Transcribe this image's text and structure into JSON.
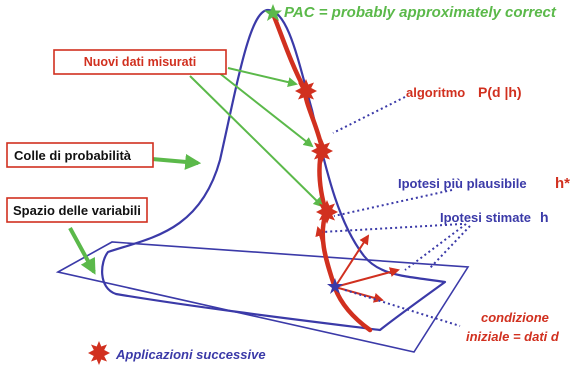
{
  "labels": {
    "pac": "PAC = probably approximately correct",
    "new_data": "Nuovi dati misurati",
    "algorithm": "algoritmo",
    "formula": "P(d |h)",
    "probability_hill": "Colle di probabilità",
    "variable_space": "Spazio delle variabili",
    "most_plausible": "Ipotesi più plausibile",
    "most_plausible_symbol": "h*",
    "estimated": "Ipotesi stimate",
    "estimated_symbol": "h",
    "initial_condition_line1": "condizione",
    "initial_condition_line2": "iniziale = dati d",
    "successive_applications": "Applicazioni successive"
  },
  "colors": {
    "red": "#d1301f",
    "blue": "#3b3aa8",
    "green": "#5bb94a",
    "text_dark": "#111111"
  }
}
